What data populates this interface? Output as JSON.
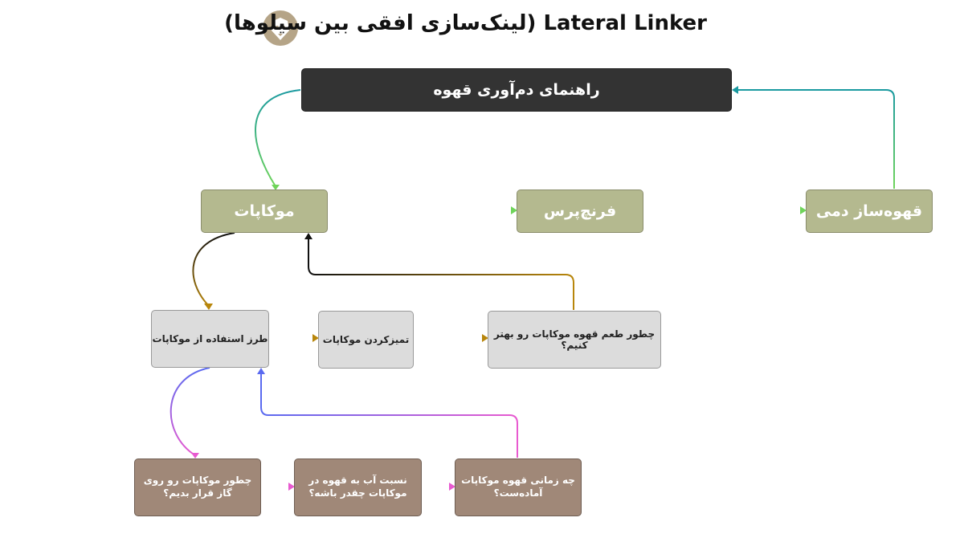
{
  "title": "Lateral Linker (لینک‌سازی افقی بین سیلوها)",
  "logo": "lion-logo",
  "nodes": {
    "guide": "راهنمای دم‌آوری قهوه",
    "mokapot": "موکاپات",
    "frenchpress": "فرنچ‌پرس",
    "espresso_maker": "قهوه‌ساز دمی",
    "usage": "طرز استفاده از موکاپات",
    "cleaning": "تمیزکردن موکاپات",
    "taste": "چطور طعم قهوه موکاپات رو بهتر کنیم؟",
    "q_stove": "چطور موکاپات رو روی گاز قرار بدیم؟",
    "q_ratio": "نسبت آب به قهوه در موکاپات چقدر باشه؟",
    "q_ready": "چه زمانی قهوه موکاپات آماده‌ست؟"
  },
  "colors": {
    "teal": "#1a9aa0",
    "green": "#6fd45a",
    "gold": "#b8860b",
    "black": "#111111",
    "blue": "#5a6af0",
    "pink": "#e85ad0"
  }
}
